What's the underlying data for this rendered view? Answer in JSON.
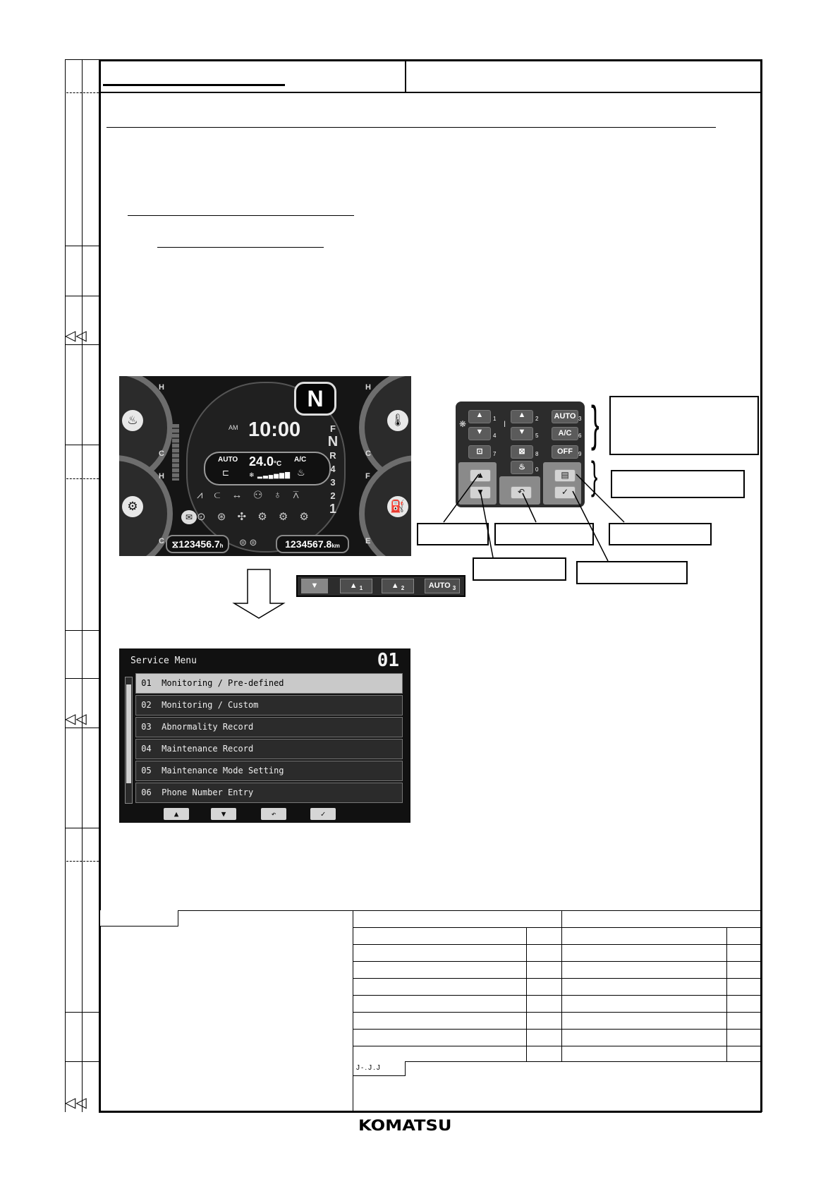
{
  "monitor": {
    "time": "10:00",
    "ampm": "AM",
    "gear": "N",
    "gear_positions": [
      "F",
      "N",
      "R",
      "4",
      "3",
      "2",
      "1"
    ],
    "aircon_mode": "AUTO",
    "temperature": "24.0",
    "temperature_unit": "°C",
    "ac_label": "A/C",
    "hour_meter": "123456.7",
    "hour_unit": "h",
    "odometer": "1234567.8",
    "odometer_unit": "km",
    "gauge_left_top": {
      "high": "H",
      "low": "C"
    },
    "gauge_left_bottom": {
      "high": "H",
      "low": "C"
    },
    "gauge_right_top": {
      "high": "H",
      "low": "C"
    },
    "gauge_right_bottom": {
      "high": "F",
      "low": "E"
    }
  },
  "keypad": {
    "keys": [
      {
        "glyph": "▲",
        "num": "1"
      },
      {
        "glyph": "▼",
        "num": "4"
      },
      {
        "glyph": "▲",
        "num": "2"
      },
      {
        "glyph": "▼",
        "num": "5"
      },
      {
        "glyph": "AUTO",
        "num": "3"
      },
      {
        "glyph": "A/C",
        "num": "6"
      },
      {
        "glyph": "OFF",
        "num": "9"
      },
      {
        "glyph": "⊡",
        "num": "7"
      },
      {
        "glyph": "⊠",
        "num": "8"
      },
      {
        "glyph": "♨",
        "num": "0"
      }
    ],
    "nav_keys": [
      "▲",
      "▼",
      "↶",
      "▤",
      "✓"
    ]
  },
  "strip": {
    "keys": [
      {
        "glyph": "▼",
        "num": ""
      },
      {
        "glyph": "▲",
        "num": "1"
      },
      {
        "glyph": "▲",
        "num": "2"
      },
      {
        "glyph": "AUTO",
        "num": "3"
      }
    ]
  },
  "service_menu": {
    "title": "Service Menu",
    "page": "01",
    "items": [
      "01  Monitoring / Pre-defined",
      "02  Monitoring / Custom",
      "03  Abnormality Record",
      "04  Maintenance Record",
      "05  Maintenance Mode Setting",
      "06  Phone Number Entry"
    ],
    "keys": [
      "▲",
      "▼",
      "↶",
      "✓"
    ]
  },
  "footer": {
    "code_fragment": "J-.J.J",
    "logo": "KOMATSU"
  }
}
